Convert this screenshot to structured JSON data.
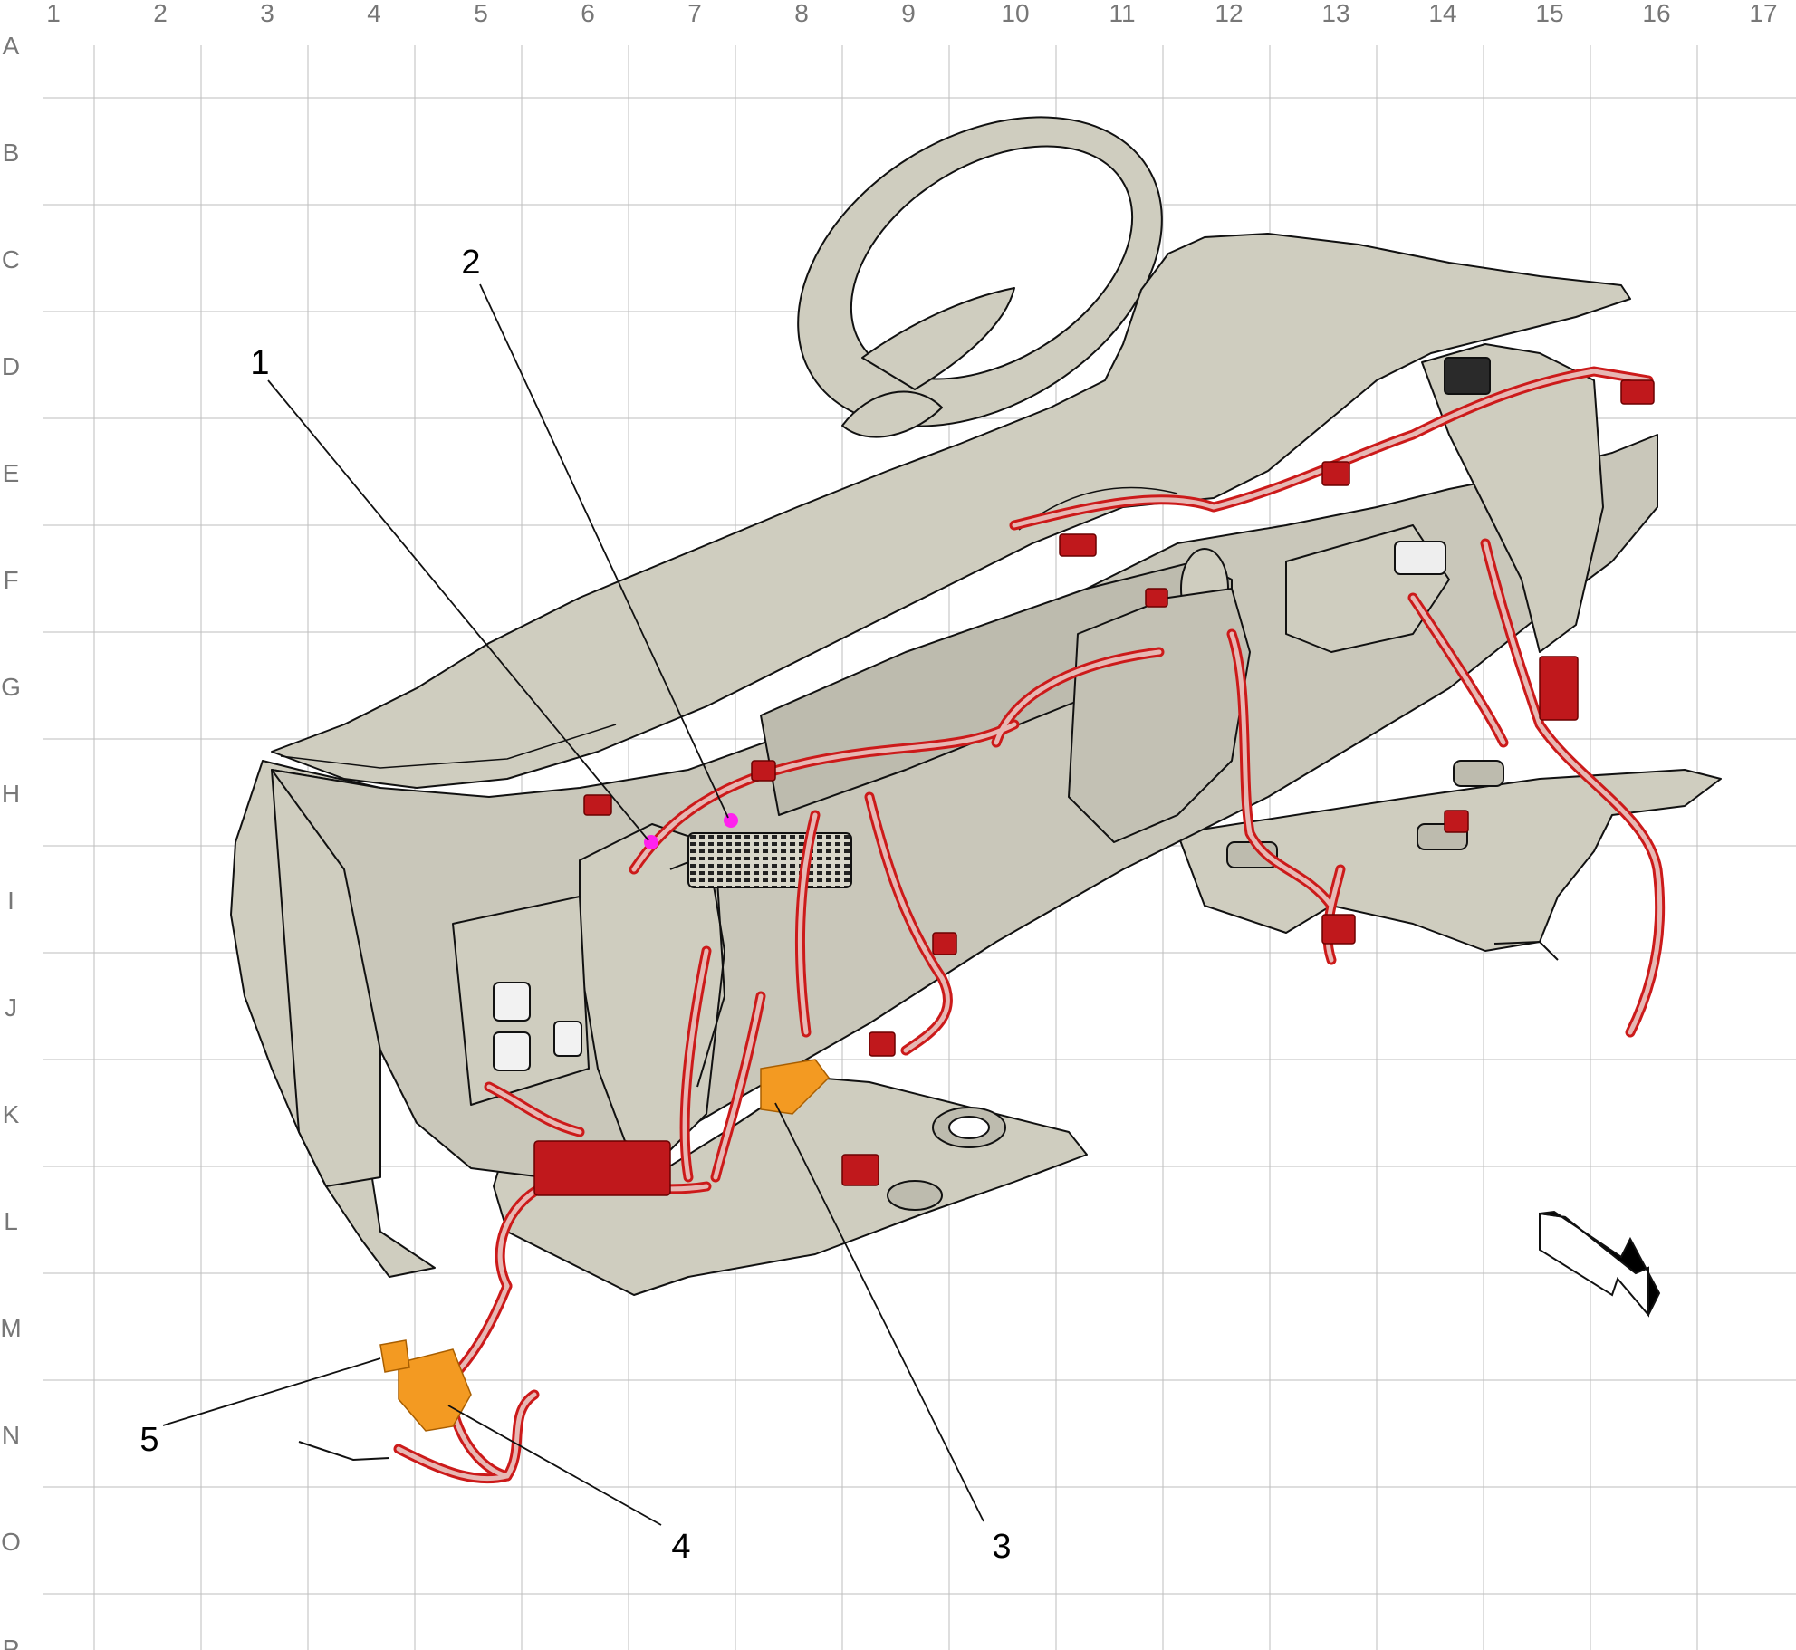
{
  "grid": {
    "columns": [
      "1",
      "2",
      "3",
      "4",
      "5",
      "6",
      "7",
      "8",
      "9",
      "10",
      "11",
      "12",
      "13",
      "14",
      "15",
      "16",
      "17"
    ],
    "rows": [
      "A",
      "B",
      "C",
      "D",
      "E",
      "F",
      "G",
      "H",
      "I",
      "J",
      "K",
      "L",
      "M",
      "N",
      "O",
      "P"
    ]
  },
  "callouts": [
    {
      "id": "1",
      "label": "1"
    },
    {
      "id": "2",
      "label": "2"
    },
    {
      "id": "3",
      "label": "3"
    },
    {
      "id": "4",
      "label": "4"
    },
    {
      "id": "5",
      "label": "5"
    }
  ],
  "colors": {
    "panel_fill": "#cfcdbf",
    "outline": "#111111",
    "harness": "#cc1a1a",
    "harness_fill": "#e7b8b4",
    "connector": "#c0181c",
    "highlight_connector": "#f39a22",
    "location_dot": "#ff22ee",
    "grid_line": "#bdbdbd",
    "grid_label": "#777777"
  },
  "icons": {
    "view_direction": "view-direction-arrow-icon"
  }
}
